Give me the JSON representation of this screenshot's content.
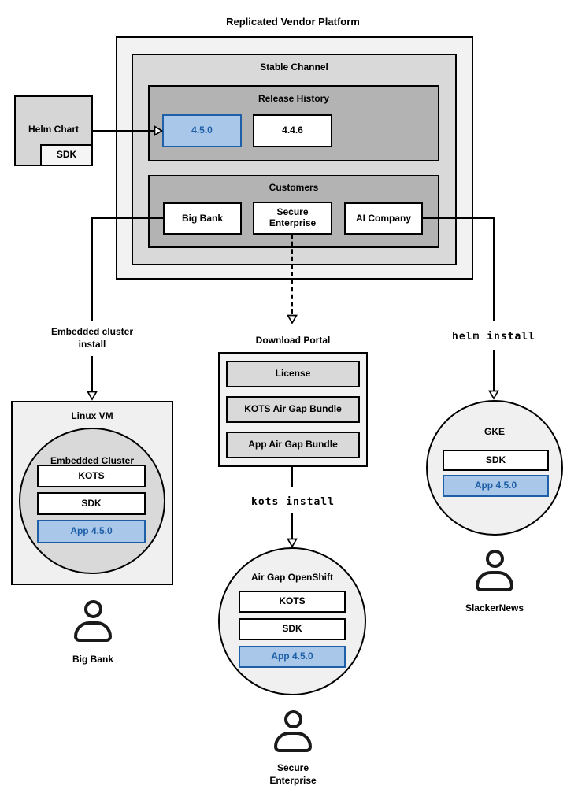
{
  "diagram": {
    "title": "Replicated Vendor Platform",
    "stable_channel": {
      "label": "Stable Channel",
      "release_history": {
        "label": "Release History",
        "releases": [
          {
            "version": "4.5.0",
            "highlighted": true
          },
          {
            "version": "4.4.6",
            "highlighted": false
          }
        ]
      },
      "customers": {
        "label": "Customers",
        "items": [
          {
            "name": "Big Bank"
          },
          {
            "name": "Secure Enterprise"
          },
          {
            "name": "AI Company"
          }
        ]
      }
    },
    "helm_chart": {
      "label": "Helm Chart",
      "sdk": "SDK"
    },
    "flows": {
      "left": {
        "edge_label": "Embedded cluster install",
        "vm_label": "Linux VM",
        "cluster_label": "Embedded Cluster",
        "components": [
          "KOTS",
          "SDK"
        ],
        "app": "App 4.5.0",
        "user": "Big Bank"
      },
      "middle": {
        "portal_label": "Download Portal",
        "portal_items": [
          "License",
          "KOTS Air Gap Bundle",
          "App Air Gap Bundle"
        ],
        "command": "kots install",
        "cluster_label": "Air Gap OpenShift",
        "components": [
          "KOTS",
          "SDK"
        ],
        "app": "App 4.5.0",
        "user": "Secure Enterprise"
      },
      "right": {
        "command": "helm install",
        "cluster_label": "GKE",
        "components": [
          "SDK"
        ],
        "app": "App 4.5.0",
        "user": "SlackerNews"
      }
    },
    "colors": {
      "platform_bg": "#f2f2f2",
      "channel_bg": "#d9d9d9",
      "section_bg": "#b3b3b3",
      "portal_item_bg": "#d9d9d9",
      "cluster_circle_bg": "#d9d9d9",
      "endpoint_circle_bg": "#f0f0f0",
      "highlight_fill": "#a9c7e8",
      "highlight_stroke": "#1f5fa8",
      "line_color": "#000000"
    }
  }
}
